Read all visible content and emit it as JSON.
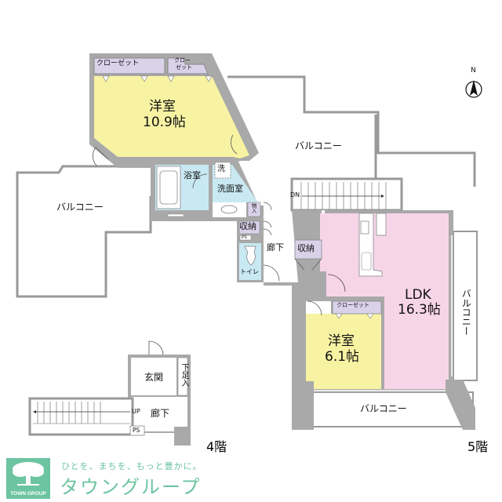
{
  "floor_plan": {
    "floors": [
      {
        "label": "4階",
        "rooms": [
          "玄関",
          "下足入",
          "廊下",
          "PS"
        ],
        "stair_label": "UP"
      },
      {
        "label": "5階",
        "rooms": [
          "洋室 10.9帖",
          "クローゼット",
          "クローゼット",
          "浴室",
          "洗面室",
          "洗",
          "物入",
          "収納",
          "PS",
          "トイレ",
          "廊下",
          "収納",
          "LDK 16.3帖",
          "洋室 6.1帖",
          "クローゼット",
          "バルコニー",
          "バルコニー",
          "バルコニー",
          "バルコニー"
        ],
        "stair_label": "DN"
      }
    ],
    "rooms": {
      "western_room_1": {
        "name": "洋室",
        "size": "10.9帖"
      },
      "western_room_2": {
        "name": "洋室",
        "size": "6.1帖"
      },
      "ldk": {
        "name": "LDK",
        "size": "16.3帖"
      },
      "closet_1": "クローゼット",
      "closet_2_line1": "クロー",
      "closet_2_line2": "ゼット",
      "closet_3": "クローゼット",
      "bath": "浴室",
      "washroom": "洗面室",
      "washer": "洗",
      "storage_small": "物入",
      "storage_1": "収納",
      "storage_2": "収納",
      "ps_5f": "PS",
      "toilet": "トイレ",
      "hallway_5f": "廊下",
      "balcony_north": "バルコニー",
      "balcony_west": "バルコニー",
      "balcony_east": "バルコニー",
      "balcony_south": "バルコニー",
      "entrance": "玄関",
      "shoe_storage": "下足入",
      "hallway_4f": "廊下",
      "ps_4f": "PS"
    },
    "stairs": {
      "down_label": "DN",
      "up_label": "UP"
    },
    "floor_labels": {
      "fourth": "4階",
      "fifth": "5階"
    },
    "compass": {
      "label": "N"
    },
    "colors": {
      "western_room": "#f7f3a3",
      "ldk": "#f7d5e8",
      "wet_area": "#c9e9f2",
      "closet": "#d9d2e9",
      "wall": "#a9a9a9",
      "brand_green": "#6cc4a1"
    }
  },
  "branding": {
    "logo_text": "TOWN GROUP",
    "tagline": "ひとを、まちを、もっと豊かに。",
    "company_name": "タウングループ"
  }
}
